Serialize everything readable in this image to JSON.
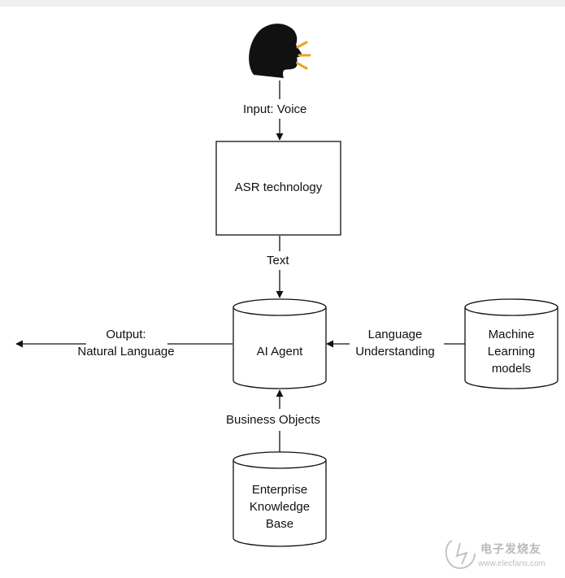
{
  "diagram": {
    "input_label": "Input: Voice",
    "asr_box": "ASR technology",
    "text_label": "Text",
    "ai_agent": "AI Agent",
    "output_label_line1": "Output:",
    "output_label_line2": "Natural Language",
    "lang_label_line1": "Language",
    "lang_label_line2": "Understanding",
    "ml_line1": "Machine",
    "ml_line2": "Learning",
    "ml_line3": "models",
    "business_label": "Business Objects",
    "ekb_line1": "Enterprise",
    "ekb_line2": "Knowledge",
    "ekb_line3": "Base"
  },
  "watermark": {
    "text": "电子发烧友",
    "url": "www.elecfans.com"
  },
  "colors": {
    "stroke": "#111111",
    "speaker_accent": "#f0a020",
    "watermark": "#bbbbbb"
  },
  "icons": [
    "speaking-head-icon",
    "watermark-logo-icon"
  ]
}
